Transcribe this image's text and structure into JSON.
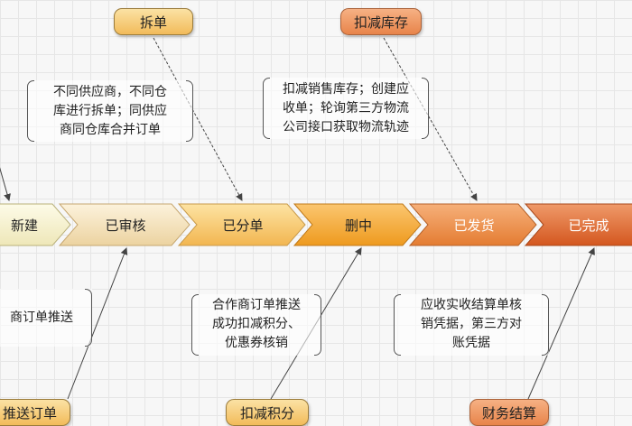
{
  "stages": [
    {
      "label": "新建"
    },
    {
      "label": "已审核"
    },
    {
      "label": "已分单"
    },
    {
      "label": "删中"
    },
    {
      "label": "已发货"
    },
    {
      "label": "已完成"
    }
  ],
  "top_events": {
    "split": "拆单",
    "deduct_inventory": "扣减库存"
  },
  "bottom_events": {
    "push_order": "推送订单",
    "deduct_points": "扣减积分",
    "finance_settlement": "财务结算"
  },
  "notes": {
    "split_lines": [
      "不同供应商，不同仓",
      "库进行拆单；同供应",
      "商同仓库合并订单"
    ],
    "inventory_lines": [
      "扣减销售库存；创建应",
      "收单；轮询第三方物流",
      "公司接口获取物流轨迹"
    ],
    "push_lines": [
      "商订单推送"
    ],
    "points_lines": [
      "合作商订单推送",
      "成功扣减积分、",
      "优惠券核销"
    ],
    "settle_lines": [
      "应收实收结算单核",
      "销凭据，第三方对",
      "账凭据"
    ]
  }
}
